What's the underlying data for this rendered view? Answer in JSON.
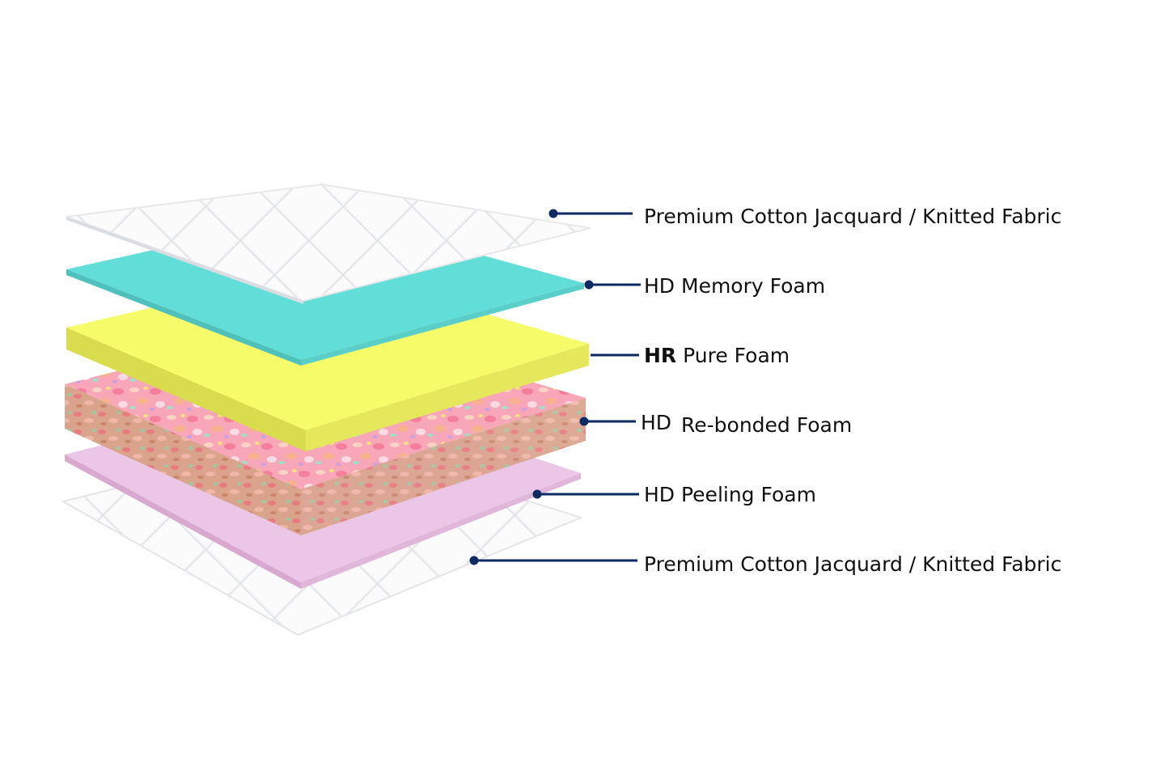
{
  "colors": {
    "leader_line": "#0d2a63",
    "fabric": "#f1f3f5",
    "memory_foam": "#62ded9",
    "pure_foam": "#f6fb6a",
    "rebonded_foam": "#f6a7b6",
    "peeling_foam": "#ecc6e6",
    "label_text": "#111111"
  },
  "layers": [
    {
      "label": "Premium Cotton Jacquard / Knitted Fabric",
      "material": "fabric"
    },
    {
      "label": "HD Memory Foam",
      "material": "memory-foam"
    },
    {
      "label_bold": "HR",
      "label": "Pure Foam",
      "material": "pure-foam"
    },
    {
      "label_prefix": "HD",
      "label": "Re-bonded Foam",
      "material": "rebonded-foam"
    },
    {
      "label": "HD Peeling Foam",
      "material": "peeling-foam"
    },
    {
      "label": "Premium Cotton Jacquard / Knitted Fabric",
      "material": "fabric"
    }
  ]
}
